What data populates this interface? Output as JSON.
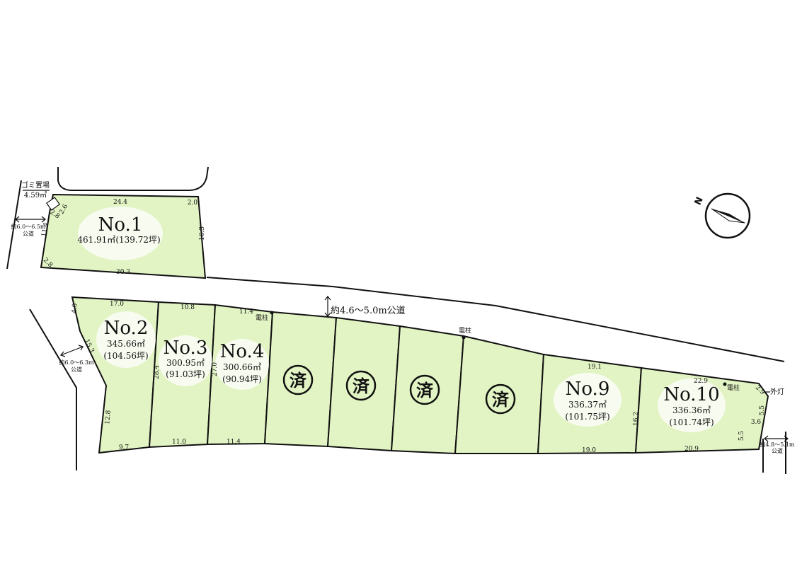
{
  "lots": [
    {
      "name": "No.1",
      "area_m2": "461.91㎡",
      "area_tsubo": "(139.72坪)",
      "status": "available"
    },
    {
      "name": "No.2",
      "area_m2": "345.66㎡",
      "area_tsubo": "(104.56坪)",
      "status": "available"
    },
    {
      "name": "No.3",
      "area_m2": "300.95㎡",
      "area_tsubo": "(91.03坪)",
      "status": "available"
    },
    {
      "name": "No.4",
      "area_m2": "300.66㎡",
      "area_tsubo": "(90.94坪)",
      "status": "available"
    },
    {
      "name": "",
      "sold_mark": "済",
      "status": "sold"
    },
    {
      "name": "",
      "sold_mark": "済",
      "status": "sold"
    },
    {
      "name": "",
      "sold_mark": "済",
      "status": "sold"
    },
    {
      "name": "",
      "sold_mark": "済",
      "status": "sold"
    },
    {
      "name": "No.9",
      "area_m2": "336.37㎡",
      "area_tsubo": "(101.75坪)",
      "status": "available"
    },
    {
      "name": "No.10",
      "area_m2": "336.36㎡",
      "area_tsubo": "(101.74坪)",
      "status": "available"
    }
  ],
  "roads": {
    "main": "約4.6～5.0m公道",
    "left_top_1": "約6.0～6.5m",
    "left_top_2": "公道",
    "left_mid_1": "約6.0～6.3m",
    "left_mid_2": "公道",
    "right_1": "約4.8～5.1m",
    "right_2": "公道"
  },
  "features": {
    "garbage": "ゴミ置場",
    "garbage_area": "4.59㎡",
    "pole": "電柱",
    "streetlight": "外灯",
    "north": "N"
  },
  "dimensions": {
    "lot1": {
      "top": "24.4",
      "top_right": "2.0",
      "right": "16.3",
      "bottom": "30.3",
      "left": "11.4",
      "left_bottom": "2.8",
      "corner_a": "2.6",
      "corner_b": "2.8"
    },
    "lot2": {
      "top": "17.0",
      "left_top": "4.0",
      "left_mid": "15.3",
      "left_bottom": "12.8",
      "bottom": "9.7"
    },
    "lot3": {
      "top": "10.8",
      "side": "28.4",
      "bottom": "11.0"
    },
    "lot4": {
      "top": "11.4",
      "side": "27.0",
      "bottom": "11.4"
    },
    "lot9": {
      "top": "19.1",
      "bottom": "19.0",
      "side": "16.2"
    },
    "lot10": {
      "top": "22.9",
      "corner": "2.9",
      "right_a": "5.5",
      "right_b": "3.6",
      "right_c": "5.5",
      "bottom": "20.9"
    }
  }
}
